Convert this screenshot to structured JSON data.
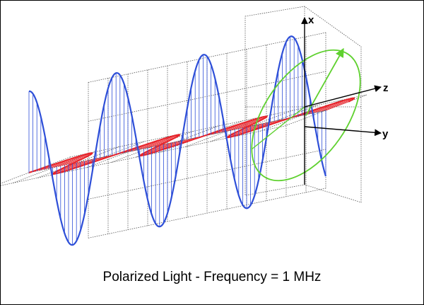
{
  "caption": "Polarized Light - Frequency = 1 MHz",
  "axes": {
    "x": "x",
    "y": "y",
    "z": "z"
  },
  "colors": {
    "background": "#ffffff",
    "grid": "#555555",
    "electric_wave": "#e8232a",
    "magnetic_wave": "#2e4fd8",
    "polarization_ellipse": "#5fd12f",
    "axis": "#000000"
  }
}
